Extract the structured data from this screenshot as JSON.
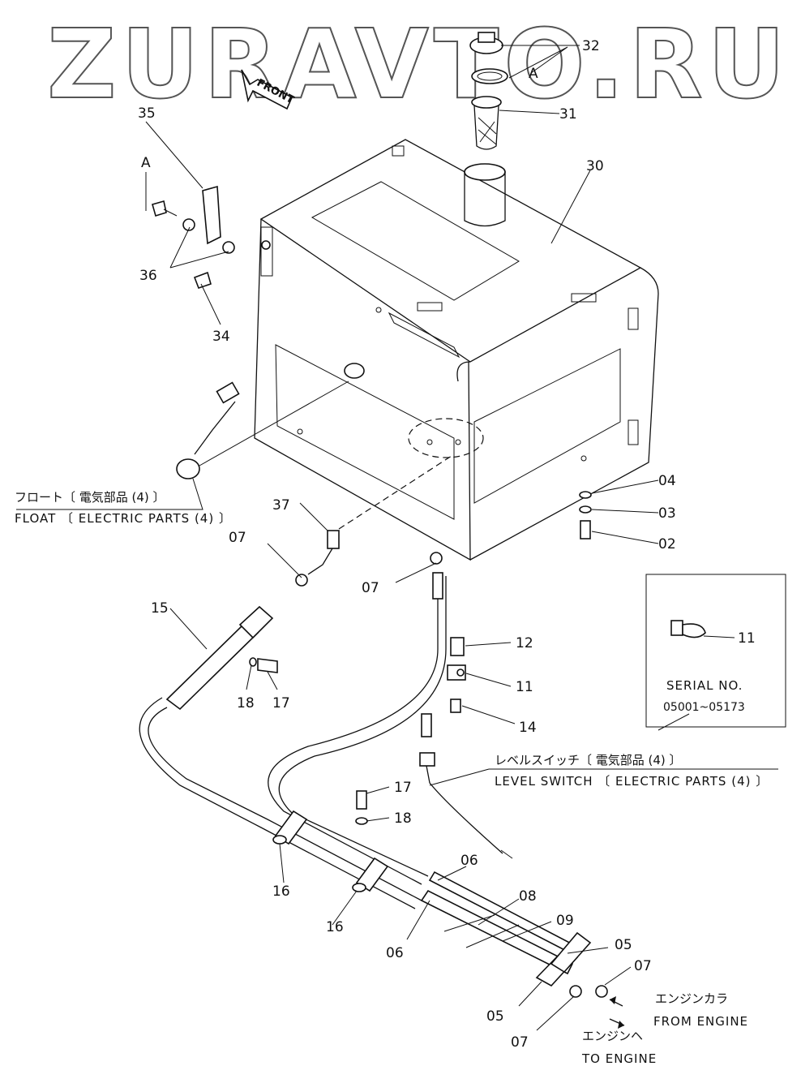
{
  "watermark": "ZURAVTO.RU",
  "front_tag": "FRONT",
  "part_labels": {
    "p02": "02",
    "p03": "03",
    "p04": "04",
    "p05a": "05",
    "p05b": "05",
    "p06a": "06",
    "p06b": "06",
    "p07a": "07",
    "p07b": "07",
    "p07c": "07",
    "p07d": "07",
    "p08": "08",
    "p09": "09",
    "p11a": "11",
    "p11b": "11",
    "p12": "12",
    "p14": "14",
    "p15": "15",
    "p16a": "16",
    "p16b": "16",
    "p17a": "17",
    "p17b": "17",
    "p18a": "18",
    "p18b": "18",
    "p30": "30",
    "p31": "31",
    "p32": "32",
    "p34": "34",
    "p35": "35",
    "p36": "36",
    "p37": "37",
    "refA1": "A",
    "refA2": "A"
  },
  "callouts": {
    "float_jp": "フロート〔 電気部品 (4) 〕",
    "float_en": "FLOAT 〔 ELECTRIC PARTS (4) 〕",
    "level_jp": "レベルスイッチ〔 電気部品 (4) 〕",
    "level_en": "LEVEL SWITCH 〔 ELECTRIC PARTS (4) 〕",
    "from_engine_jp": "エンジンカラ",
    "from_engine_en": "FROM ENGINE",
    "to_engine_jp": "エンジンヘ",
    "to_engine_en": "TO ENGINE"
  },
  "serial_box": {
    "title": "SERIAL NO.",
    "range": "05001~05173"
  }
}
